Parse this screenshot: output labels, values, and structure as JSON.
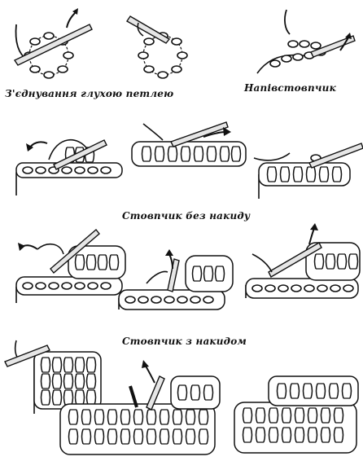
{
  "captions": {
    "slip_stitch_ring": "З'єднування глухою петлею",
    "half_stitch": "Напівстовпчик",
    "single_crochet": "Стовпчик без накиду",
    "double_crochet": "Стовпчик з накидом"
  },
  "colors": {
    "ink": "#111111",
    "paper": "#ffffff",
    "hook_fill": "#e6e6e6"
  }
}
